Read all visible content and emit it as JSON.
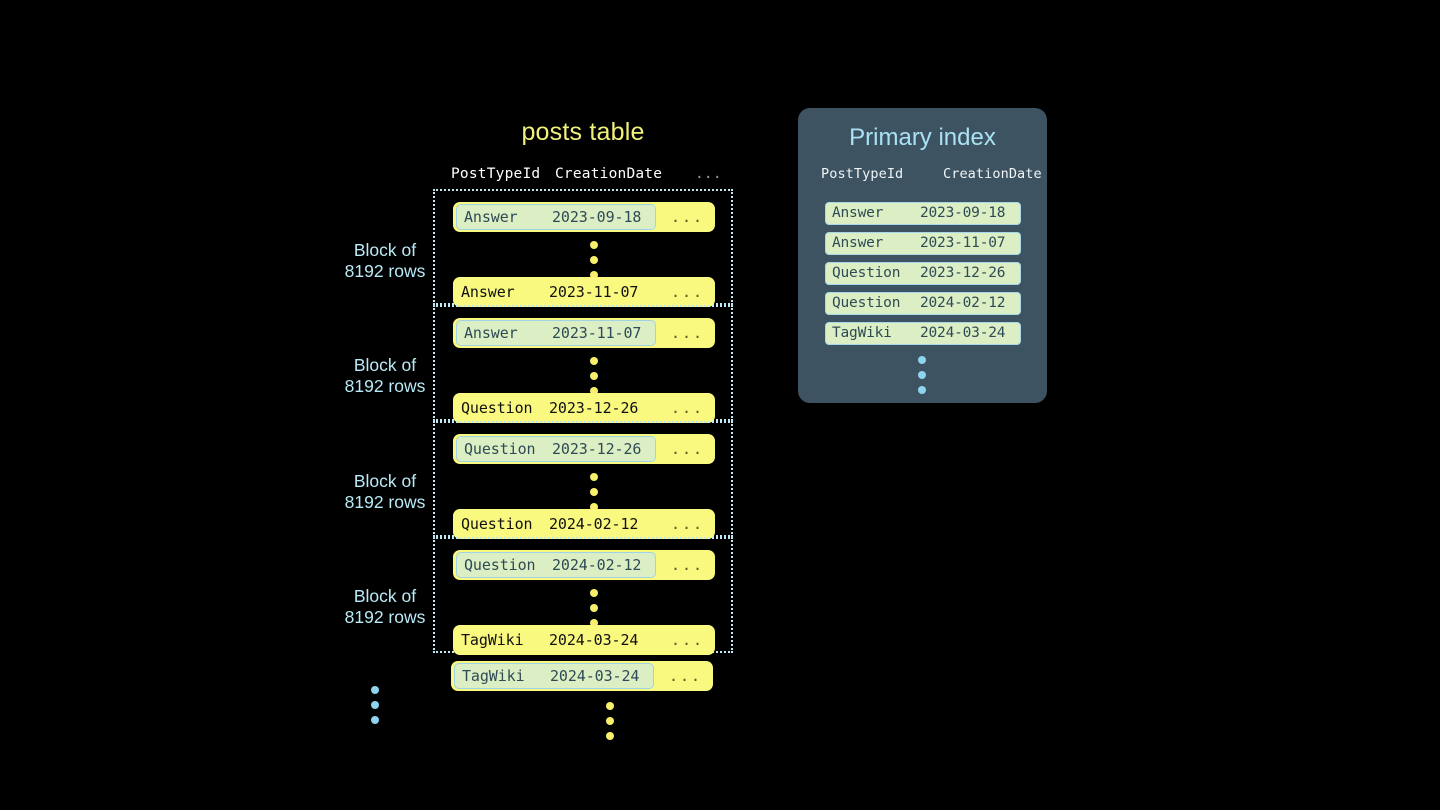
{
  "posts_table": {
    "title": "posts table",
    "columns": {
      "post_type_id": "PostTypeId",
      "creation_date": "CreationDate",
      "more": "..."
    },
    "block_label": "Block of\n8192 rows",
    "block_label_line1": "Block of",
    "block_label_line2": "8192 rows",
    "row_more": "...",
    "blocks": [
      {
        "label_line1": "Block of",
        "label_line2": "8192 rows",
        "first_row": {
          "type": "Answer",
          "date": "2023-09-18",
          "more": "...",
          "highlighted": true
        },
        "last_row": {
          "type": "Answer",
          "date": "2023-11-07",
          "more": "...",
          "highlighted": false
        }
      },
      {
        "label_line1": "Block of",
        "label_line2": "8192 rows",
        "first_row": {
          "type": "Answer",
          "date": "2023-11-07",
          "more": "...",
          "highlighted": true
        },
        "last_row": {
          "type": "Question",
          "date": "2023-12-26",
          "more": "...",
          "highlighted": false
        }
      },
      {
        "label_line1": "Block of",
        "label_line2": "8192 rows",
        "first_row": {
          "type": "Question",
          "date": "2023-12-26",
          "more": "...",
          "highlighted": true
        },
        "last_row": {
          "type": "Question",
          "date": "2024-02-12",
          "more": "...",
          "highlighted": false
        }
      },
      {
        "label_line1": "Block of",
        "label_line2": "8192 rows",
        "first_row": {
          "type": "Question",
          "date": "2024-02-12",
          "more": "...",
          "highlighted": true
        },
        "last_row": {
          "type": "TagWiki",
          "date": "2024-03-24",
          "more": "...",
          "highlighted": false
        }
      }
    ],
    "trailing_row": {
      "type": "TagWiki",
      "date": "2024-03-24",
      "more": "...",
      "highlighted": true
    }
  },
  "primary_index": {
    "title": "Primary index",
    "columns": {
      "post_type_id": "PostTypeId",
      "creation_date": "CreationDate"
    },
    "rows": [
      {
        "type": "Answer",
        "date": "2023-09-18"
      },
      {
        "type": "Answer",
        "date": "2023-11-07"
      },
      {
        "type": "Question",
        "date": "2023-12-26"
      },
      {
        "type": "Question",
        "date": "2024-02-12"
      },
      {
        "type": "TagWiki",
        "date": "2024-03-24"
      }
    ]
  },
  "colors": {
    "background": "#000000",
    "row_yellow": "#f9f87f",
    "highlight_mint": "#dcefc4",
    "highlight_border": "#9fd3e8",
    "block_border": "#bfe9f7",
    "panel_bg": "#3e5361",
    "title_yellow": "#f2f27a",
    "title_blue": "#a9e2f4",
    "dot_yellow": "#f7f06a",
    "dot_blue": "#8fd4ee"
  }
}
